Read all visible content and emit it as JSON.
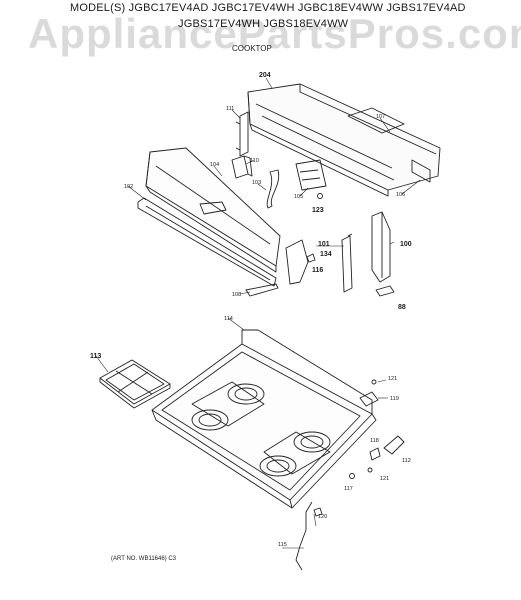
{
  "header": {
    "models_line1": "MODEL(S) JGBC17EV4AD  JGBC17EV4WH  JGBC18EV4WW  JGBS17EV4AD",
    "models_line2": "JGBS17EV4WH  JGBS18EV4WW",
    "section": "COOKTOP"
  },
  "watermark": "AppliancePartsPros.com",
  "footer": {
    "art_no": "(ART NO. WB11646)  C3"
  },
  "parts": [
    {
      "id": "p204",
      "num": "204"
    },
    {
      "id": "p111",
      "num": "111"
    },
    {
      "id": "p107",
      "num": "107"
    },
    {
      "id": "p104",
      "num": "104"
    },
    {
      "id": "p110",
      "num": "110"
    },
    {
      "id": "p105",
      "num": "105"
    },
    {
      "id": "p106",
      "num": "106"
    },
    {
      "id": "p102",
      "num": "102"
    },
    {
      "id": "p103",
      "num": "103"
    },
    {
      "id": "p123",
      "num": "123"
    },
    {
      "id": "p101",
      "num": "101"
    },
    {
      "id": "p134",
      "num": "134"
    },
    {
      "id": "p100",
      "num": "100"
    },
    {
      "id": "p116",
      "num": "116"
    },
    {
      "id": "p108",
      "num": "108"
    },
    {
      "id": "p88",
      "num": "88"
    },
    {
      "id": "p114",
      "num": "114"
    },
    {
      "id": "p113",
      "num": "113"
    },
    {
      "id": "p121a",
      "num": "121"
    },
    {
      "id": "p119",
      "num": "119"
    },
    {
      "id": "p118",
      "num": "118"
    },
    {
      "id": "p112",
      "num": "112"
    },
    {
      "id": "p121b",
      "num": "121"
    },
    {
      "id": "p117",
      "num": "117"
    },
    {
      "id": "p120",
      "num": "120"
    },
    {
      "id": "p115",
      "num": "115"
    }
  ]
}
